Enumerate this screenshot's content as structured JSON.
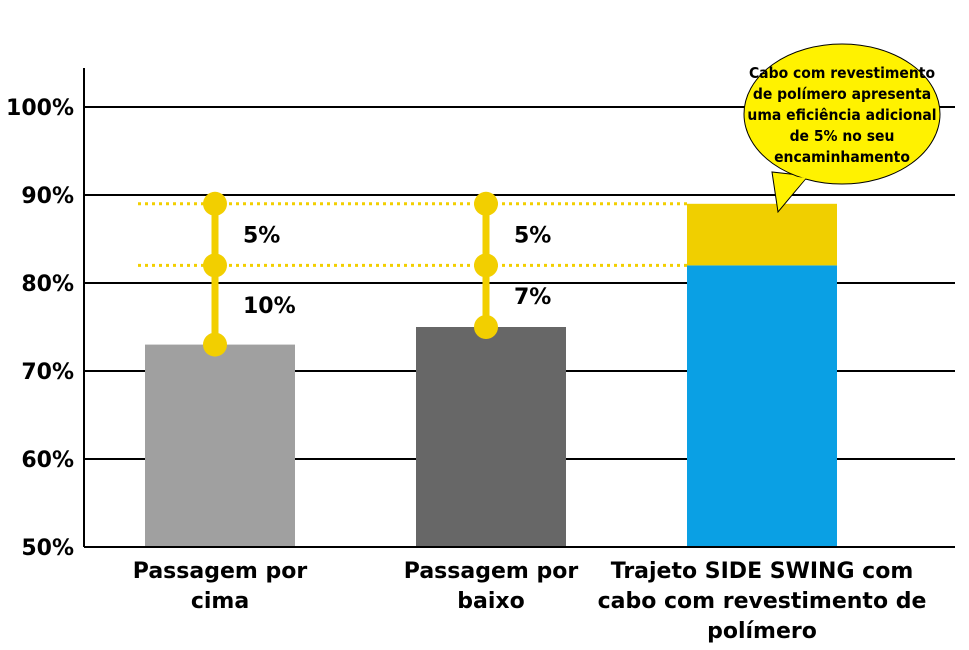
{
  "chart_data": {
    "type": "bar",
    "ylim": [
      50,
      100
    ],
    "yticks": [
      "50%",
      "60%",
      "70%",
      "80%",
      "90%",
      "100%"
    ],
    "ytick_values": [
      50,
      60,
      70,
      80,
      90,
      100
    ],
    "categories": [
      [
        "Passagem por",
        "cima"
      ],
      [
        "Passagem por",
        "baixo"
      ],
      [
        "Trajeto SIDE SWING com",
        "cabo com revestimento de",
        "polímero"
      ]
    ],
    "values": [
      73,
      75,
      82
    ],
    "stack_top": {
      "category_index": 2,
      "base": 82,
      "top": 89
    },
    "reference_lines": [
      89,
      82
    ],
    "gap_markers": [
      {
        "category_index": 0,
        "from": 73,
        "mid": 82,
        "to": 89,
        "lower_label": "10%",
        "upper_label": "5%"
      },
      {
        "category_index": 1,
        "from": 75,
        "mid": 82,
        "to": 89,
        "lower_label": "7%",
        "upper_label": "5%"
      }
    ],
    "callout": [
      "Cabo com revestimento",
      "de polímero apresenta",
      "uma eficiência adicional",
      "de 5% no seu",
      "encaminhamento"
    ],
    "colors": {
      "bar_1": "#a0a0a0",
      "bar_2": "#676767",
      "bar_3": "#0aa0e4",
      "stack_top": "#f0cf00",
      "marker": "#f2cf00",
      "callout": "#fff200",
      "grid": "#000000"
    }
  }
}
